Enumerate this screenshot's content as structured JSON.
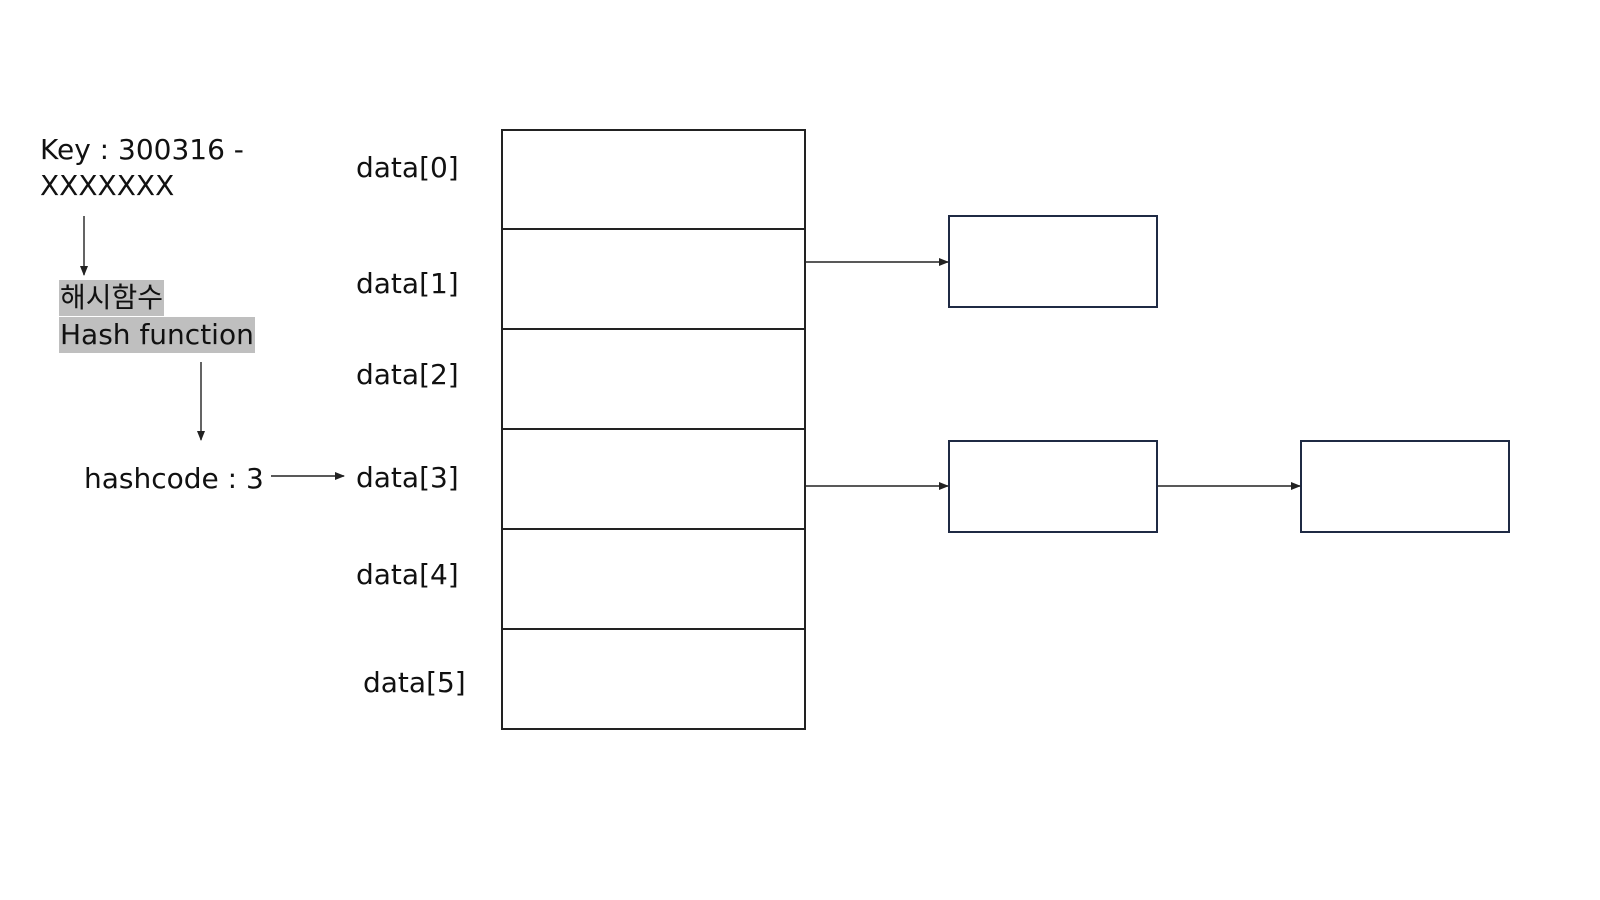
{
  "key": {
    "line1": "Key : 300316 -",
    "line2": "XXXXXXX"
  },
  "hash_function": {
    "korean": "해시함수",
    "english": "Hash function"
  },
  "hashcode": {
    "label": "hashcode : 3"
  },
  "slots": [
    "data[0]",
    "data[1]",
    "data[2]",
    "data[3]",
    "data[4]",
    "data[5]"
  ],
  "colors": {
    "highlight": "#bfbfbf",
    "node_border": "#1f2a44",
    "line": "#222222"
  }
}
